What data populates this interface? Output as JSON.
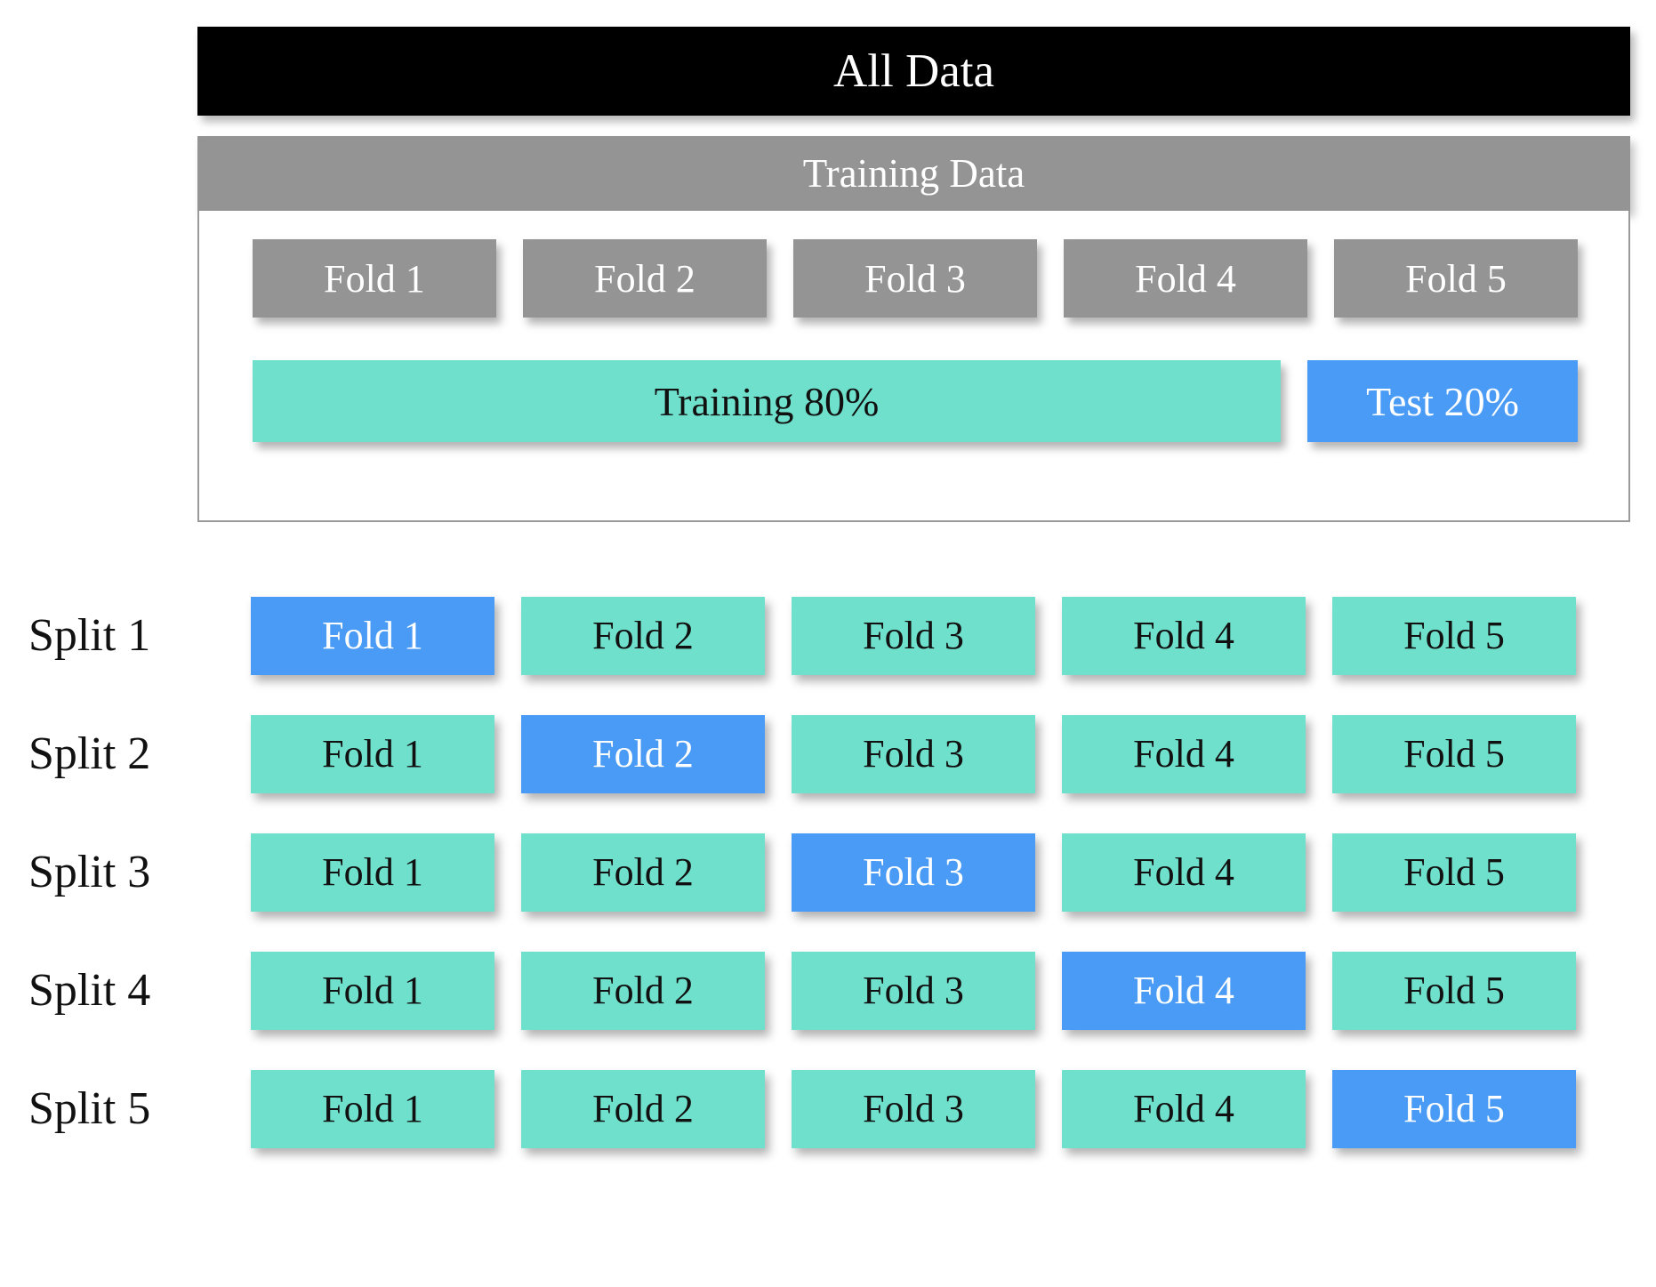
{
  "title_bar": {
    "label": "All Data"
  },
  "training_header": {
    "label": "Training Data"
  },
  "top_folds": [
    {
      "label": "Fold 1"
    },
    {
      "label": "Fold 2"
    },
    {
      "label": "Fold 3"
    },
    {
      "label": "Fold 4"
    },
    {
      "label": "Fold 5"
    }
  ],
  "split_bar": {
    "training_label": "Training 80%",
    "test_label": "Test 20%",
    "training_percent": 80,
    "test_percent": 20
  },
  "splits": [
    {
      "label": "Split 1",
      "cells": [
        {
          "label": "Fold 1",
          "role": "test"
        },
        {
          "label": "Fold 2",
          "role": "train"
        },
        {
          "label": "Fold 3",
          "role": "train"
        },
        {
          "label": "Fold 4",
          "role": "train"
        },
        {
          "label": "Fold 5",
          "role": "train"
        }
      ]
    },
    {
      "label": "Split 2",
      "cells": [
        {
          "label": "Fold 1",
          "role": "train"
        },
        {
          "label": "Fold 2",
          "role": "test"
        },
        {
          "label": "Fold 3",
          "role": "train"
        },
        {
          "label": "Fold 4",
          "role": "train"
        },
        {
          "label": "Fold 5",
          "role": "train"
        }
      ]
    },
    {
      "label": "Split 3",
      "cells": [
        {
          "label": "Fold 1",
          "role": "train"
        },
        {
          "label": "Fold 2",
          "role": "train"
        },
        {
          "label": "Fold 3",
          "role": "test"
        },
        {
          "label": "Fold 4",
          "role": "train"
        },
        {
          "label": "Fold 5",
          "role": "train"
        }
      ]
    },
    {
      "label": "Split 4",
      "cells": [
        {
          "label": "Fold 1",
          "role": "train"
        },
        {
          "label": "Fold 2",
          "role": "train"
        },
        {
          "label": "Fold 3",
          "role": "train"
        },
        {
          "label": "Fold 4",
          "role": "test"
        },
        {
          "label": "Fold 5",
          "role": "train"
        }
      ]
    },
    {
      "label": "Split 5",
      "cells": [
        {
          "label": "Fold 1",
          "role": "train"
        },
        {
          "label": "Fold 2",
          "role": "train"
        },
        {
          "label": "Fold 3",
          "role": "train"
        },
        {
          "label": "Fold 4",
          "role": "train"
        },
        {
          "label": "Fold 5",
          "role": "test"
        }
      ]
    }
  ],
  "colors": {
    "all_data_bg": "#000000",
    "training_header_bg": "#949494",
    "fold_gray": "#949494",
    "train_teal": "#6FE0CC",
    "test_blue": "#4A9BF5",
    "container_border": "#9a9a9a"
  }
}
